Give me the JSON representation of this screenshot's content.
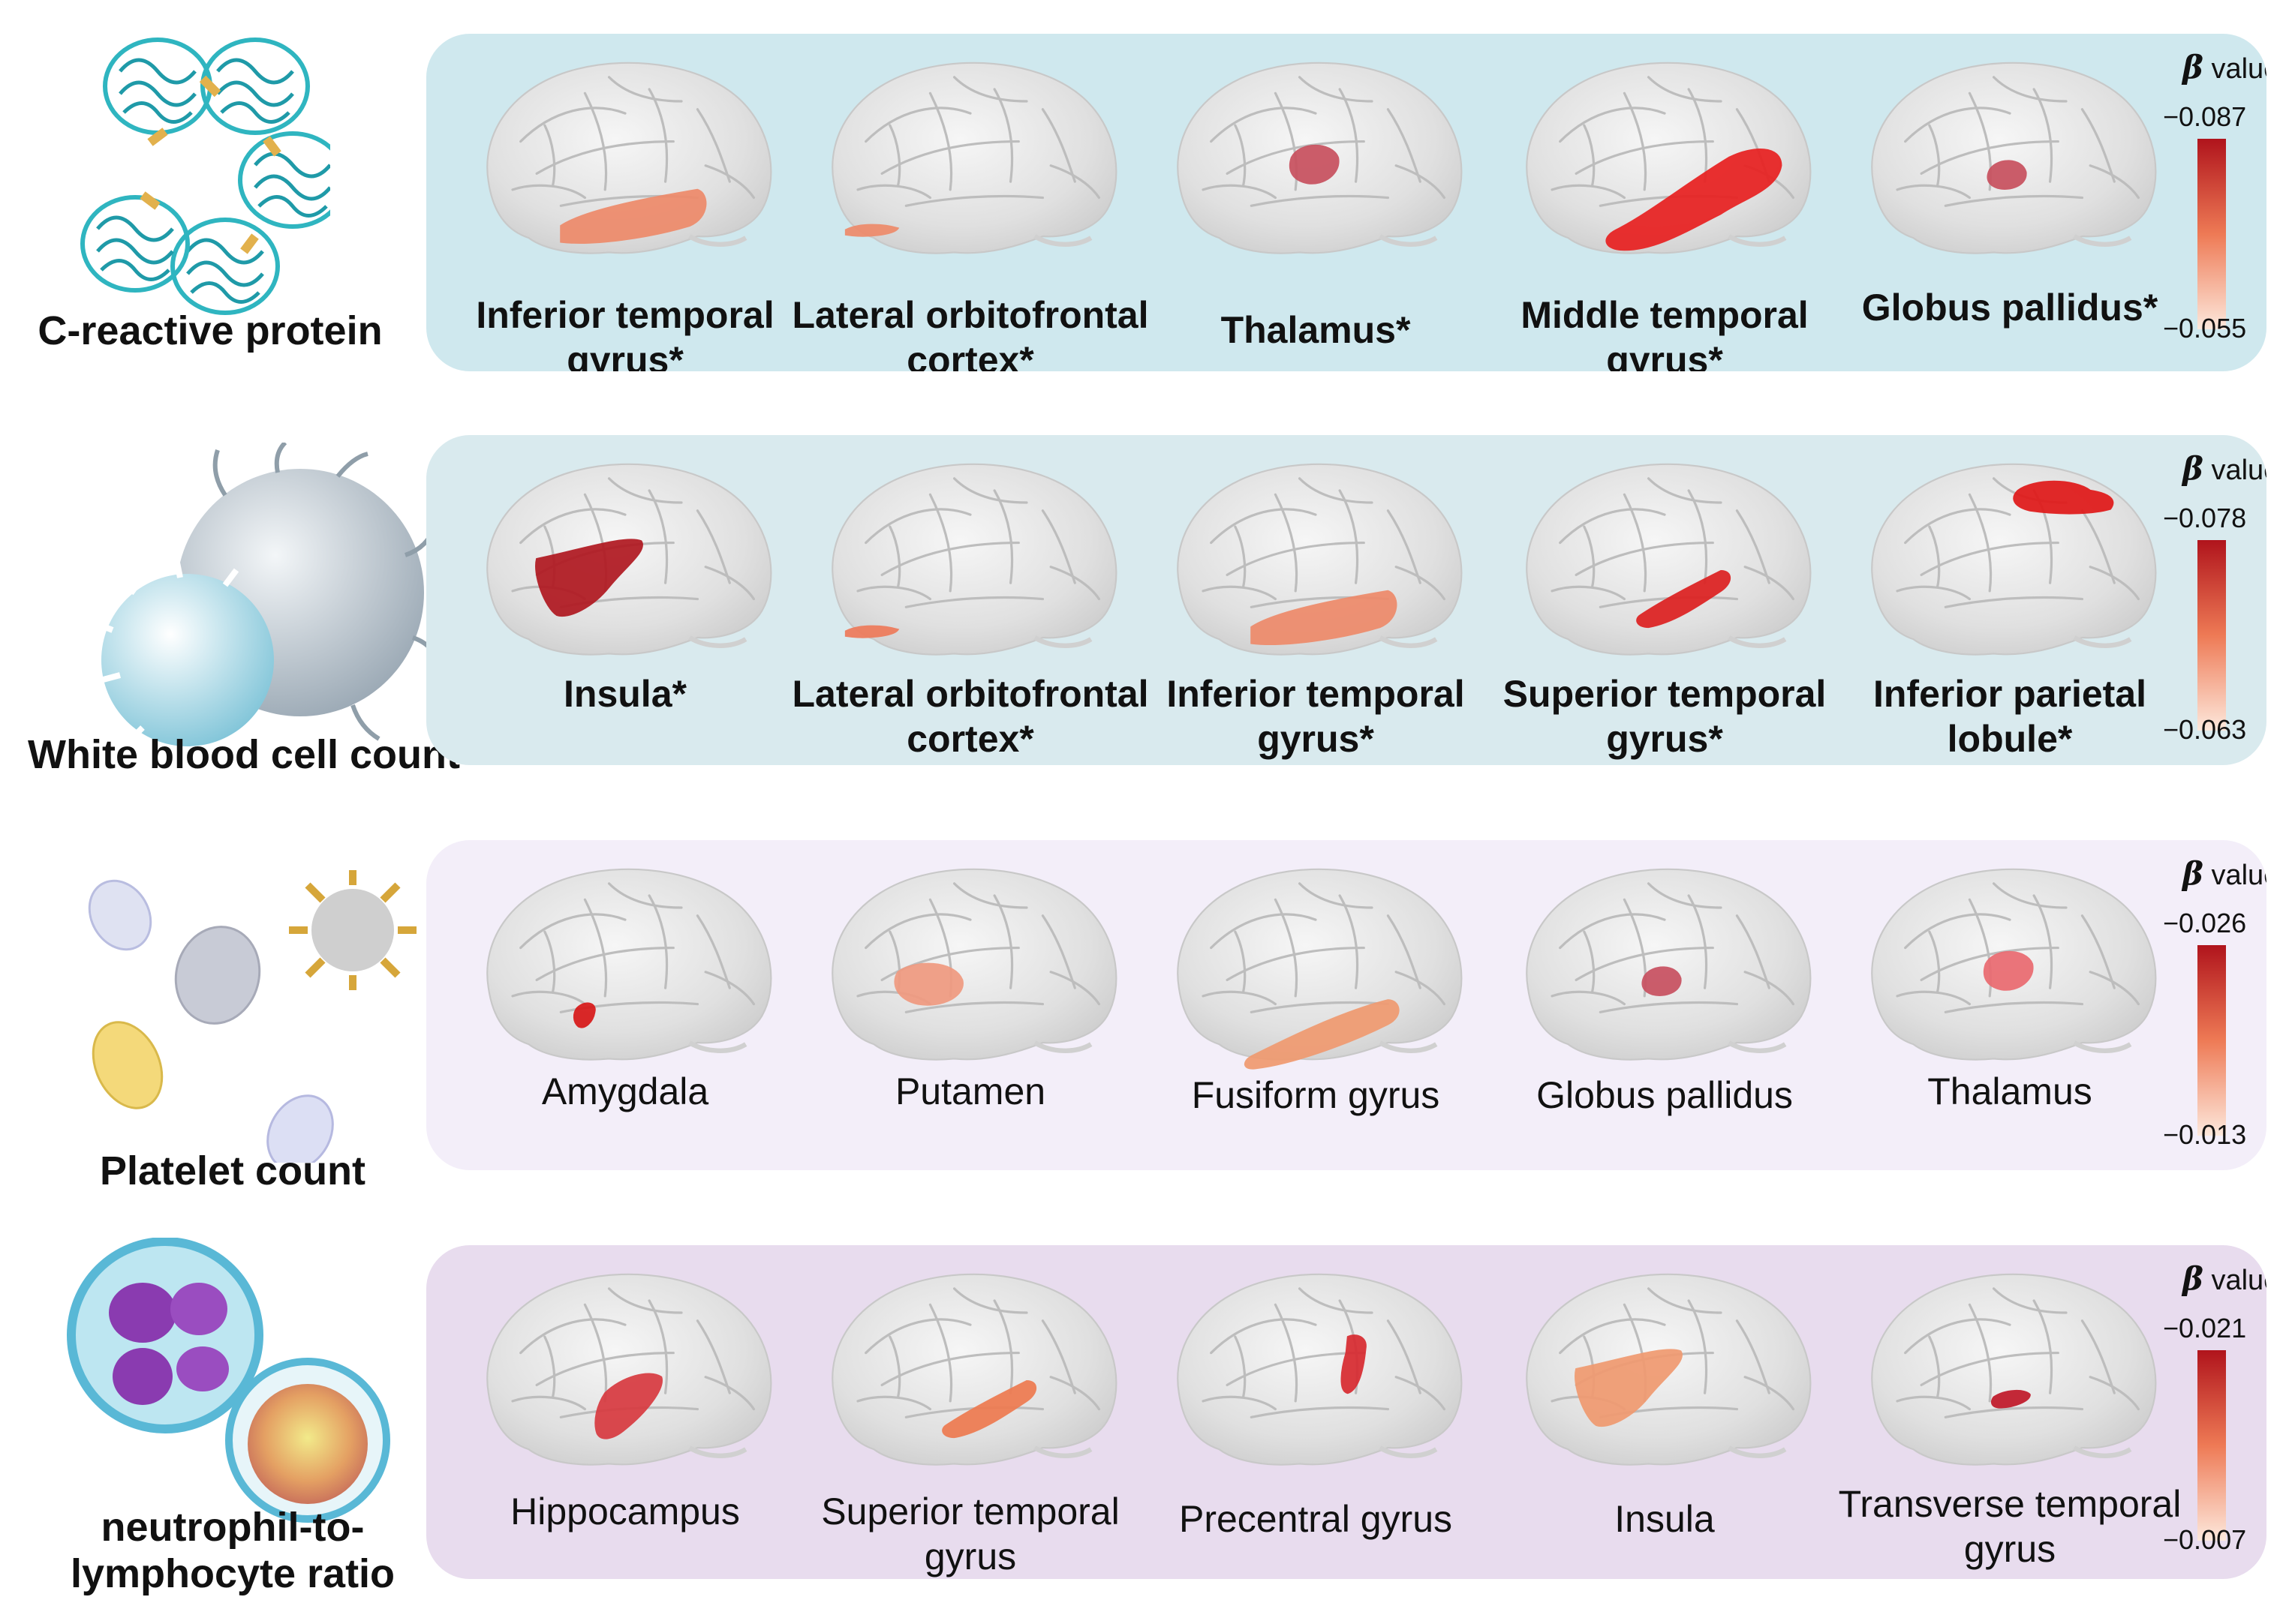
{
  "rows": [
    {
      "label": "C-reactive protein",
      "panel_color": "#cfe8ee",
      "regions": [
        {
          "name": "Inferior temporal gyrus*",
          "significant": true,
          "shape": "itg",
          "color": "#ee8a6a"
        },
        {
          "name": "Lateral orbitofrontal cortex*",
          "significant": true,
          "shape": "ofc",
          "color": "#ee8a6a"
        },
        {
          "name": "Thalamus*",
          "significant": true,
          "shape": "thal",
          "color": "#c8505e"
        },
        {
          "name": "Middle temporal gyrus*",
          "significant": true,
          "shape": "mtg",
          "color": "#e82020"
        },
        {
          "name": "Globus pallidus*",
          "significant": true,
          "shape": "gp",
          "color": "#c8505e"
        }
      ],
      "legend": {
        "title": "value",
        "symbol": "β",
        "max": "−0.087",
        "min": "−0.055"
      }
    },
    {
      "label": "White blood cell count",
      "panel_color": "#d9eaee",
      "regions": [
        {
          "name": "Insula*",
          "significant": true,
          "shape": "insula",
          "color": "#b01820"
        },
        {
          "name": "Lateral orbitofrontal cortex*",
          "significant": true,
          "shape": "ofc",
          "color": "#ee7a5a"
        },
        {
          "name": "Inferior temporal gyrus*",
          "significant": true,
          "shape": "itg",
          "color": "#ee8a6a"
        },
        {
          "name": "Superior temporal gyrus*",
          "significant": true,
          "shape": "stg",
          "color": "#dd2020"
        },
        {
          "name": "Inferior parietal lobule*",
          "significant": true,
          "shape": "ipl",
          "color": "#e01818"
        }
      ],
      "legend": {
        "title": "value",
        "symbol": "β",
        "max": "−0.078",
        "min": "−0.063"
      }
    },
    {
      "label": "Platelet count",
      "panel_color": "#f3eef9",
      "regions": [
        {
          "name": "Amygdala",
          "significant": false,
          "shape": "amyg",
          "color": "#d81818"
        },
        {
          "name": "Putamen",
          "significant": false,
          "shape": "put",
          "color": "#f09a80"
        },
        {
          "name": "Fusiform gyrus",
          "significant": false,
          "shape": "fus",
          "color": "#f09a70"
        },
        {
          "name": "Globus pallidus",
          "significant": false,
          "shape": "gp",
          "color": "#c85060"
        },
        {
          "name": "Thalamus",
          "significant": false,
          "shape": "thal",
          "color": "#ea6a70"
        }
      ],
      "legend": {
        "title": "value",
        "symbol": "β",
        "max": "−0.026",
        "min": "−0.013"
      }
    },
    {
      "label": "neutrophil-to-lymphocyte ratio",
      "panel_color": "#e8dcee",
      "regions": [
        {
          "name": "Hippocampus",
          "significant": false,
          "shape": "hippo",
          "color": "#d83a40"
        },
        {
          "name": "Superior temporal gyrus",
          "significant": false,
          "shape": "stg",
          "color": "#ee7a50"
        },
        {
          "name": "Precentral gyrus",
          "significant": false,
          "shape": "prec",
          "color": "#d82a30"
        },
        {
          "name": "Insula",
          "significant": false,
          "shape": "insula",
          "color": "#f09a70"
        },
        {
          "name": "Transverse temporal gyrus",
          "significant": false,
          "shape": "ttg",
          "color": "#c01828"
        }
      ],
      "legend": {
        "title": "value",
        "symbol": "β",
        "max": "−0.021",
        "min": "−0.007"
      }
    }
  ],
  "colors": {
    "legend_high": "#b0141c",
    "legend_low": "#fde8dc",
    "brain": "#e4e4e4"
  }
}
